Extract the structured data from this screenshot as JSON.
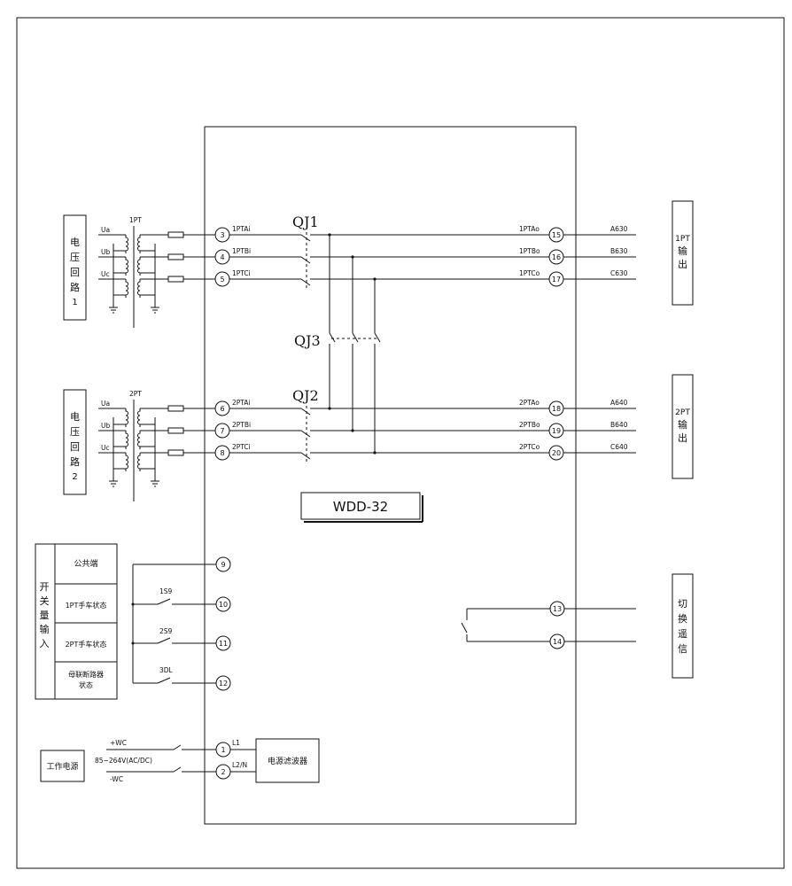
{
  "device": {
    "model": "WDD-32"
  },
  "groups": {
    "v1_label": [
      "电",
      "压",
      "回",
      "路",
      "1"
    ],
    "v2_label": [
      "电",
      "压",
      "回",
      "路",
      "2"
    ],
    "pt1_out": [
      "1PT",
      "输",
      "出"
    ],
    "pt2_out": [
      "2PT",
      "输",
      "出"
    ],
    "switch_label": [
      "切",
      "换",
      "遥",
      "信"
    ],
    "di_label": [
      "开",
      "关",
      "量",
      "输",
      "入"
    ],
    "power_label": "工作电源"
  },
  "transformers": {
    "t1": "1PT",
    "t2": "2PT"
  },
  "phases": [
    "Ua",
    "Ub",
    "Uc"
  ],
  "switches": {
    "qj1": "QJ1",
    "qj2": "QJ2",
    "qj3": "QJ3"
  },
  "terminals": {
    "t3": {
      "num": "3",
      "label": "1PTAi"
    },
    "t4": {
      "num": "4",
      "label": "1PTBi"
    },
    "t5": {
      "num": "5",
      "label": "1PTCi"
    },
    "t6": {
      "num": "6",
      "label": "2PTAi"
    },
    "t7": {
      "num": "7",
      "label": "2PTBi"
    },
    "t8": {
      "num": "8",
      "label": "2PTCi"
    },
    "t15": {
      "num": "15",
      "label": "1PTAo",
      "wire": "A630"
    },
    "t16": {
      "num": "16",
      "label": "1PTBo",
      "wire": "B630"
    },
    "t17": {
      "num": "17",
      "label": "1PTCo",
      "wire": "C630"
    },
    "t18": {
      "num": "18",
      "label": "2PTAo",
      "wire": "A640"
    },
    "t19": {
      "num": "19",
      "label": "2PTBo",
      "wire": "B640"
    },
    "t20": {
      "num": "20",
      "label": "2PTCo",
      "wire": "C640"
    },
    "t9": {
      "num": "9"
    },
    "t10": {
      "num": "10"
    },
    "t11": {
      "num": "11"
    },
    "t12": {
      "num": "12"
    },
    "t13": {
      "num": "13"
    },
    "t14": {
      "num": "14"
    },
    "t1": {
      "num": "1",
      "label": "L1"
    },
    "t2": {
      "num": "2",
      "label": "L2/N"
    }
  },
  "digital_inputs": {
    "common": "公共端",
    "pt1_status": "1PT手车状态",
    "pt2_status": "2PT手车状态",
    "bus_breaker_line1": "母联断路器",
    "bus_breaker_line2": "状态",
    "contact_1s9": "1S9",
    "contact_2s9": "2S9",
    "contact_3dl": "3DL"
  },
  "power": {
    "pos": "+WC",
    "neg": "-WC",
    "range": "85~264V(AC/DC)",
    "filter": "电源滤波器"
  }
}
